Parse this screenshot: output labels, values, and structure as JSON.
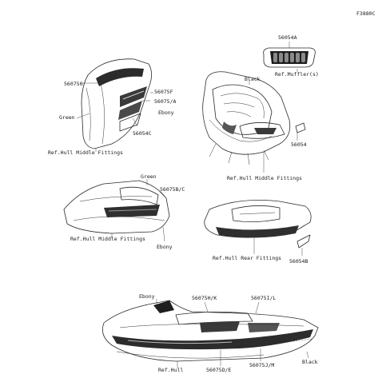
{
  "diagram_code": "F3880C",
  "labels": {
    "p56054A": "56054A",
    "ref_muffler": "Ref.Muffler(s)",
    "black_top": "Black",
    "p56075G": "56075G",
    "p56075F": "56075F",
    "p56075A": "56075/A",
    "ebony_top": "Ebony",
    "green_top": "Green",
    "p56054C": "56054C",
    "ref_hull_mid_1": "Ref.Hull Middle Fittings",
    "p56054": "56054",
    "ref_hull_mid_2": "Ref.Hull Middle Fittings",
    "green_mid": "Green",
    "p56075BC": "56075B/C",
    "ref_hull_mid_3": "Ref.Hull Middle Fittings",
    "ebony_mid": "Ebony",
    "ref_hull_rear": "Ref.Hull Rear Fittings",
    "p56054B": "56054B",
    "ebony_bottom": "Ebony",
    "p56075HK": "56075H/K",
    "p56075IL": "56075I/L",
    "ref_hull": "Ref.Hull",
    "p56075DE": "56075D/E",
    "p56075JM": "56075J/M",
    "black_bottom": "Black"
  }
}
